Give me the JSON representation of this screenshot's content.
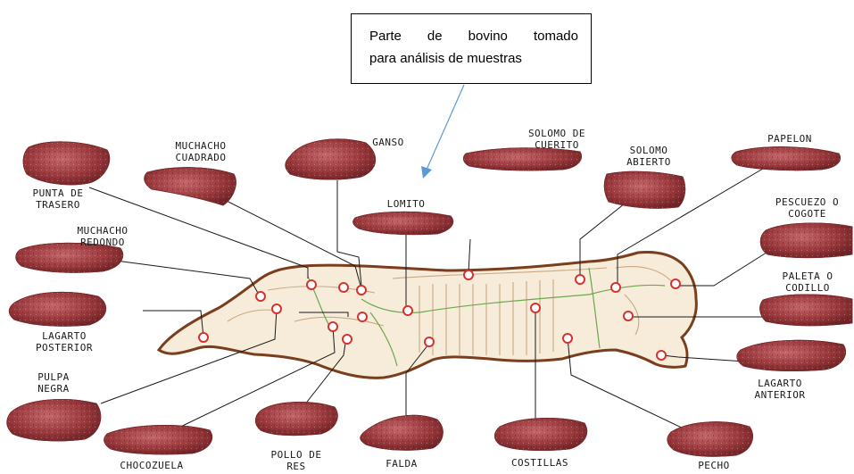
{
  "callout": {
    "line1": "Parte de bovino tomado",
    "line2": "para análisis de muestras"
  },
  "labels": {
    "punta_de_trasero": "PUNTA DE\nTRASERO",
    "muchacho_cuadrado": "MUCHACHO\nCUADRADO",
    "ganso": "GANSO",
    "solomo_de_cuerito": "SOLOMO DE\nCUERITO",
    "solomo_abierto": "SOLOMO\nABIERTO",
    "papelon": "PAPELON",
    "lomito": "LOMITO",
    "pescuezo_o_cogote": "PESCUEZO O\nCOGOTE",
    "muchacho_redondo": "MUCHACHO\nREDONDO",
    "paleta_o_codillo": "PALETA O\nCODILLO",
    "lagarto_posterior": "LAGARTO\nPOSTERIOR",
    "lagarto_anterior": "LAGARTO\nANTERIOR",
    "pulpa_negra": "PULPA\nNEGRA",
    "chocozuela": "CHOCOZUELA",
    "pollo_de_res": "POLLO DE\nRES",
    "falda": "FALDA",
    "costillas": "COSTILLAS",
    "pecho": "PECHO"
  },
  "colors": {
    "meat": "#9c3a3e",
    "meat_light": "#c4666a",
    "body_fill": "#f6ecd9",
    "body_outline": "#7a3e1c",
    "marker": "#d6322e",
    "arrow": "#5b9bd5",
    "leader": "#1a1a1a"
  }
}
